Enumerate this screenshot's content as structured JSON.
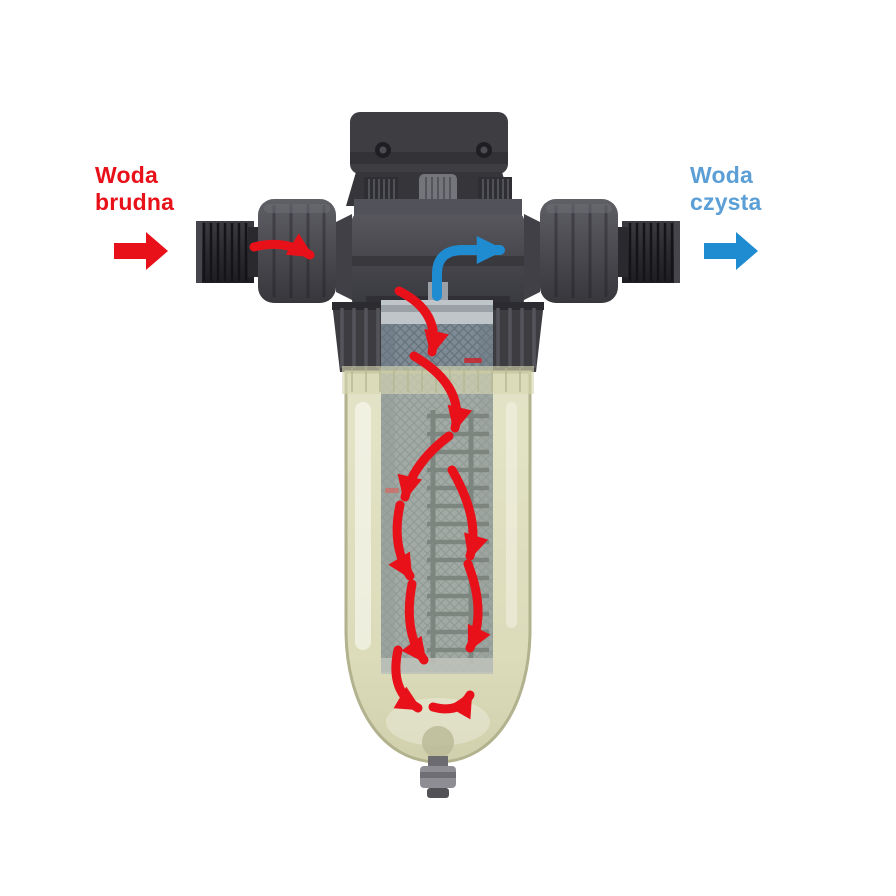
{
  "labels": {
    "dirty": {
      "lines": [
        "Woda",
        "brudna"
      ],
      "color": "#e8111a"
    },
    "clean": {
      "lines": [
        "Woda",
        "czysta"
      ],
      "color": "#5b9fd6"
    }
  },
  "flows": {
    "dirty_color": "#e8111a",
    "clean_color": "#1f8bd0"
  },
  "device": {
    "body_color": "#46464c",
    "bowl_color": "#d7d7b4",
    "cartridge_color": "#7e8b95"
  }
}
